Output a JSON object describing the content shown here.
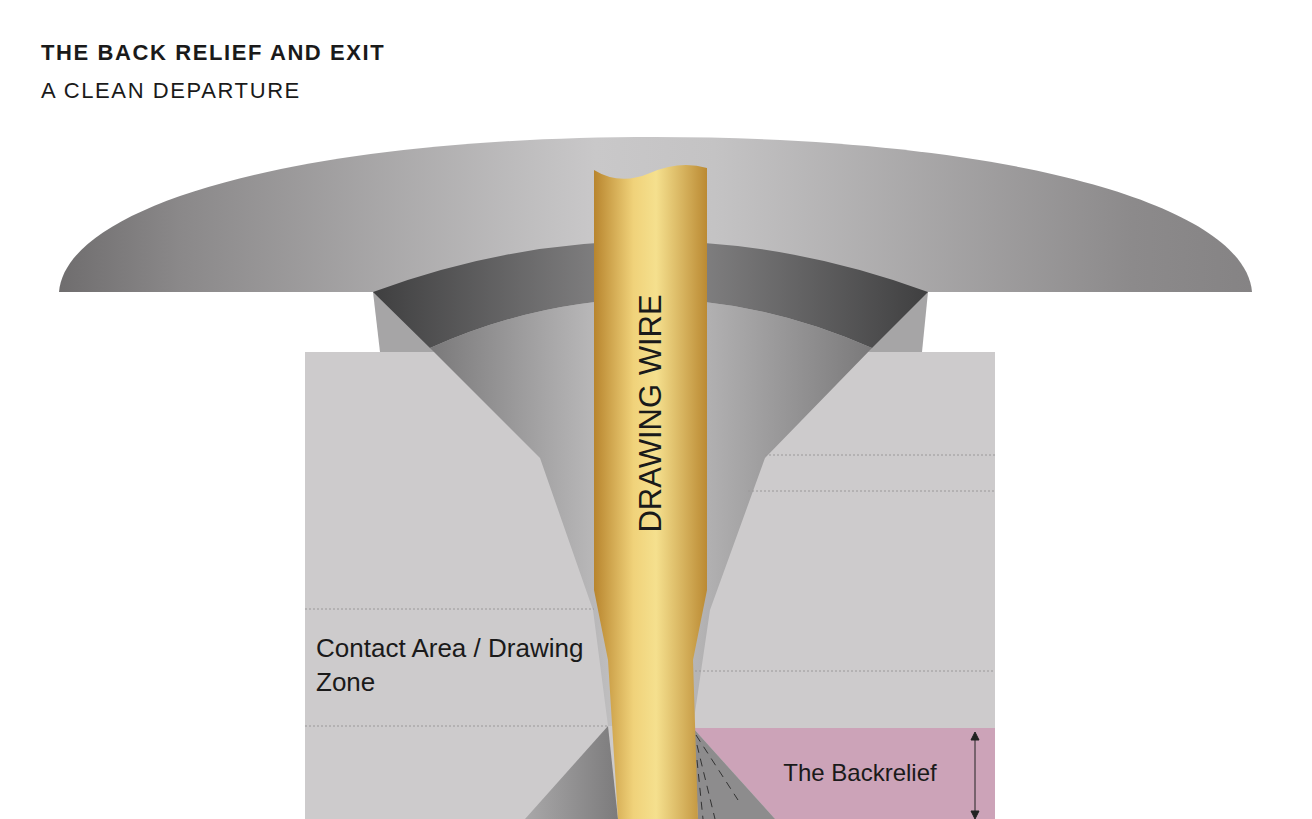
{
  "diagram": {
    "title": "THE BACK RELIEF AND EXIT",
    "nodes": [
      {
        "text": [
          "DRAWING WIRE"
        ]
      },
      {
        "text": [
          "The Backrelief"
        ]
      }
    ],
    "labels": [
      "A CLEAN DEPARTURE",
      "Contact Area / Drawing Zone"
    ]
  }
}
